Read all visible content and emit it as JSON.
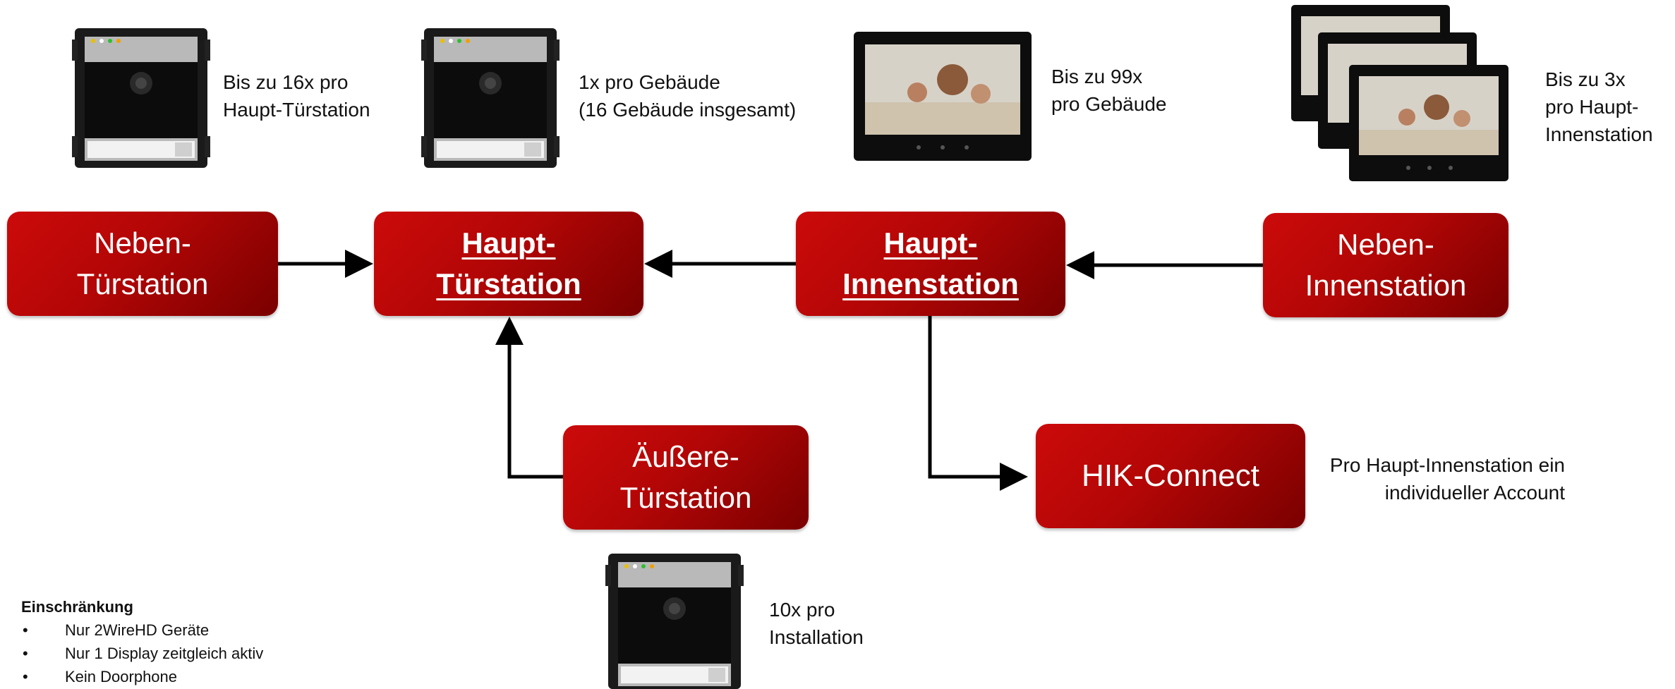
{
  "nodes": {
    "neben_tuer": {
      "line1": "Neben-",
      "line2": "Türstation"
    },
    "haupt_tuer": {
      "line1": "Haupt-",
      "line2": "Türstation"
    },
    "haupt_innen": {
      "line1": "Haupt-",
      "line2": "Innenstation"
    },
    "neben_innen": {
      "line1": "Neben-",
      "line2": "Innenstation"
    },
    "aeussere_tuer": {
      "line1": "Äußere-",
      "line2": "Türstation"
    },
    "hik_connect": {
      "label": "HIK-Connect"
    }
  },
  "captions": {
    "neben_tuer": {
      "line1": "Bis zu 16x pro",
      "line2": "Haupt-Türstation"
    },
    "haupt_tuer": {
      "line1": "1x pro Gebäude",
      "line2": "(16 Gebäude insgesamt)"
    },
    "haupt_innen": {
      "line1": "Bis zu 99x",
      "line2": "pro Gebäude"
    },
    "neben_innen": {
      "line1": "Bis zu 3x",
      "line2": "pro Haupt-",
      "line3": "Innenstation"
    },
    "aeussere_tuer": {
      "line1": "10x pro",
      "line2": "Installation"
    },
    "hik_connect": {
      "line1": "Pro Haupt-Innenstation ein",
      "line2": "individueller Account"
    }
  },
  "restrictions": {
    "title": "Einschränkung",
    "bullet": "•",
    "items": [
      "Nur 2WireHD Geräte",
      "Nur 1 Display zeitgleich aktiv",
      "Kein Doorphone"
    ]
  },
  "colors": {
    "node_fill": "#c00000",
    "node_dark": "#7a0000",
    "node_text": "#ffffff",
    "arrow": "#000000"
  },
  "icons": [
    "door-station-device",
    "indoor-monitor-device"
  ]
}
